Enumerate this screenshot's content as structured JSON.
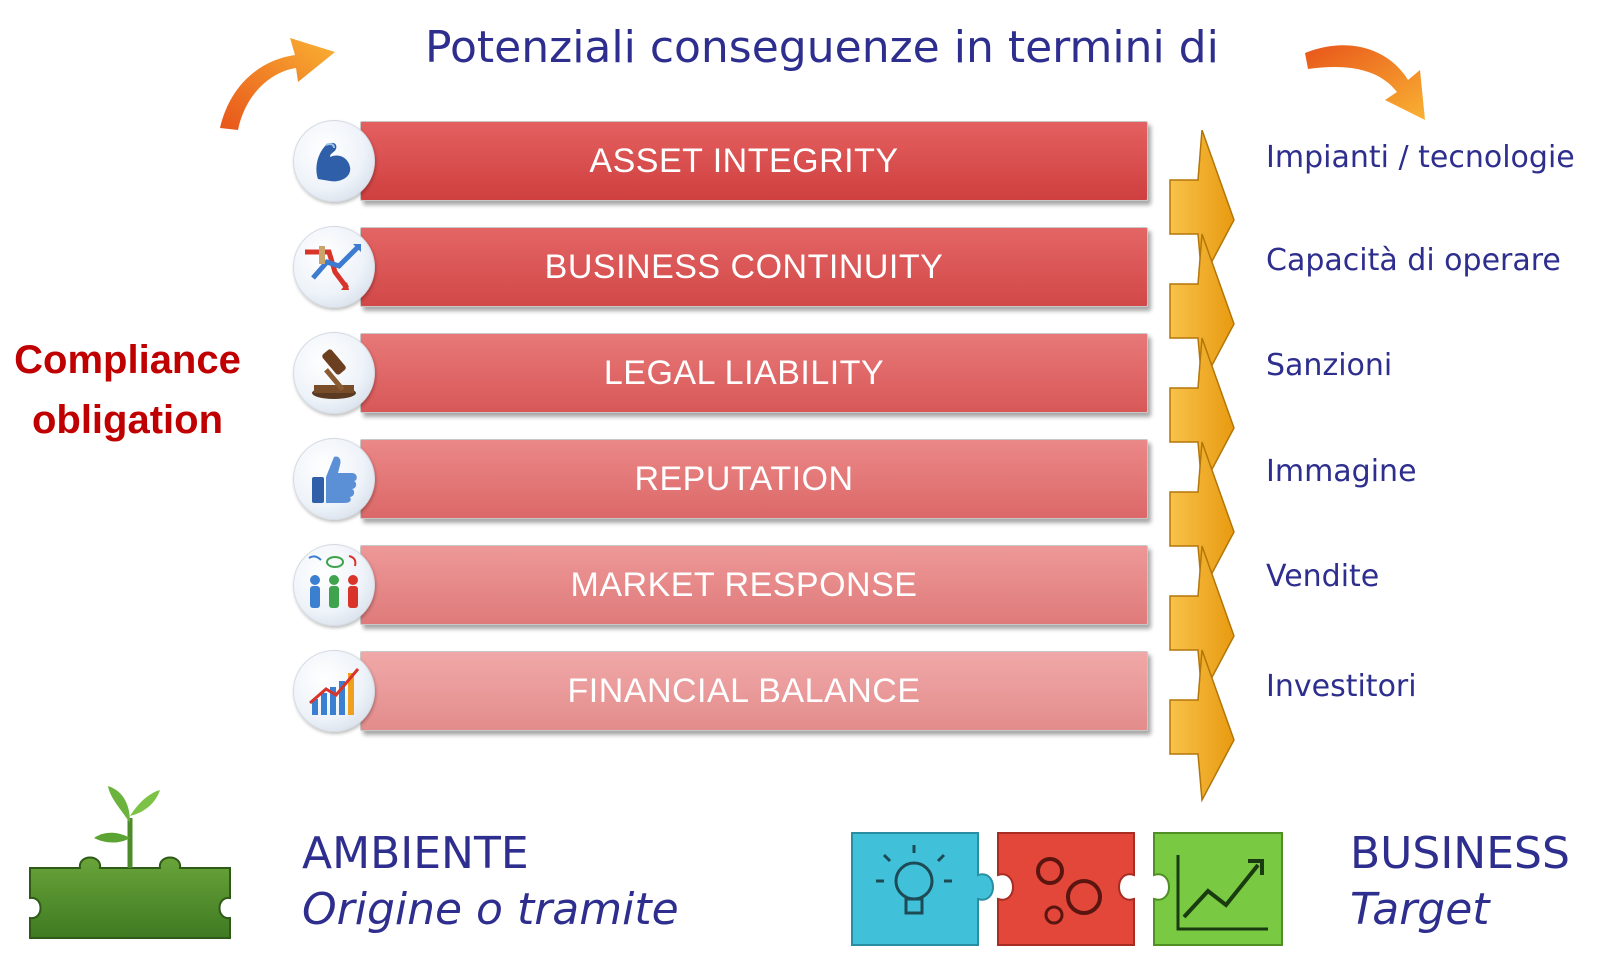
{
  "title": "Potenziali conseguenze in termini di",
  "left_label": {
    "line1": "Compliance",
    "line2": "obligation"
  },
  "bars": [
    {
      "label": "ASSET INTEGRITY",
      "color": "#d94a4a",
      "icon": "strong-arm-icon",
      "consequence": "Impianti / tecnologie"
    },
    {
      "label": "BUSINESS CONTINUITY",
      "color": "#d85151",
      "icon": "broken-arrows-icon",
      "consequence": "Capacità di operare"
    },
    {
      "label": "LEGAL LIABILITY",
      "color": "#dc6565",
      "icon": "gavel-icon",
      "consequence": "Sanzioni"
    },
    {
      "label": "REPUTATION",
      "color": "#e07676",
      "icon": "thumbs-up-icon",
      "consequence": "Immagine"
    },
    {
      "label": "MARKET RESPONSE",
      "color": "#e38787",
      "icon": "people-talking-icon",
      "consequence": "Vendite"
    },
    {
      "label": "FINANCIAL BALANCE",
      "color": "#e79a9a",
      "icon": "growth-chart-icon",
      "consequence": "Investitori"
    }
  ],
  "bottom_left": {
    "main": "AMBIENTE",
    "sub": "Origine o tramite"
  },
  "bottom_right": {
    "main": "BUSINESS",
    "sub": "Target"
  },
  "colors": {
    "title": "#2e2e8e",
    "compliance": "#c00000",
    "chevron": "#f5ad1c",
    "orange_arrow": "#f07a1a"
  }
}
